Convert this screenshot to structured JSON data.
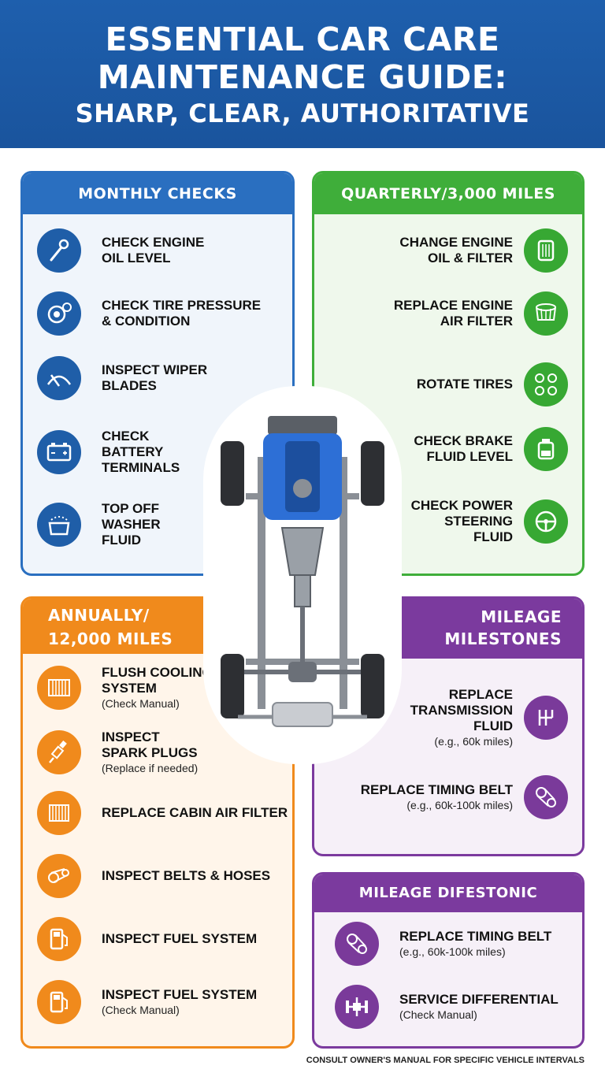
{
  "header": {
    "line1": "ESSENTIAL CAR CARE",
    "line2": "MAINTENANCE GUIDE:",
    "line3": "SHARP, CLEAR, AUTHORITATIVE"
  },
  "monthly": {
    "title": "MONTHLY CHECKS",
    "items": [
      {
        "l1": "CHECK ENGINE",
        "l2": "OIL LEVEL",
        "icon": "dipstick-icon"
      },
      {
        "l1": "CHECK TIRE PRESSURE",
        "l2": "& CONDITION",
        "icon": "tire-gauge-icon"
      },
      {
        "l1": "INSPECT WIPER",
        "l2": "BLADES",
        "icon": "wiper-icon"
      },
      {
        "l1": "CHECK",
        "l2": "BATTERY",
        "l3": "TERMINALS",
        "icon": "battery-icon"
      },
      {
        "l1": "TOP OFF",
        "l2": "WASHER",
        "l3": "FLUID",
        "icon": "washer-fluid-icon"
      }
    ]
  },
  "quarterly": {
    "title": "QUARTERLY/3,000 MILES",
    "items": [
      {
        "l1": "CHANGE ENGINE",
        "l2": "OIL & FILTER",
        "icon": "oil-filter-icon"
      },
      {
        "l1": "REPLACE ENGINE",
        "l2": "AIR FILTER",
        "icon": "air-filter-icon"
      },
      {
        "l1": "ROTATE TIRES",
        "icon": "tire-rotation-icon"
      },
      {
        "l1": "CHECK BRAKE",
        "l2": "FLUID LEVEL",
        "icon": "brake-fluid-icon"
      },
      {
        "l1": "CHECK POWER",
        "l2": "STEERING",
        "l3": "FLUID",
        "icon": "steering-wheel-icon"
      }
    ]
  },
  "annually": {
    "title_l1": "ANNUALLY/",
    "title_l2": "12,000 MILES",
    "items": [
      {
        "l1": "FLUSH COOLING",
        "l2": "SYSTEM",
        "sub": "(Check Manual)",
        "icon": "radiator-icon"
      },
      {
        "l1": "INSPECT",
        "l2": "SPARK PLUGS",
        "sub": "(Replace if needed)",
        "icon": "spark-plug-icon"
      },
      {
        "l1": "REPLACE CABIN AIR FILTER",
        "icon": "cabin-filter-icon"
      },
      {
        "l1": "INSPECT BELTS & HOSES",
        "icon": "belt-icon"
      },
      {
        "l1": "INSPECT FUEL SYSTEM",
        "icon": "fuel-pump-icon"
      },
      {
        "l1": "INSPECT FUEL SYSTEM",
        "sub": "(Check Manual)",
        "icon": "fuel-pump-icon"
      }
    ]
  },
  "milestones": {
    "title_l1": "MILEAGE",
    "title_l2": "MILESTONES",
    "items": [
      {
        "l1": "REPLACE",
        "l2": "TRANSMISSION",
        "l3": "FLUID",
        "sub": "(e.g., 60k miles)",
        "icon": "gear-shift-icon"
      },
      {
        "l1": "REPLACE TIMING BELT",
        "sub": "(e.g., 60k-100k miles)",
        "icon": "timing-belt-icon"
      }
    ]
  },
  "milestones2": {
    "title": "MILEAGE DIFESTONIC",
    "items": [
      {
        "l1": "REPLACE TIMING BELT",
        "sub": "(e.g., 60k-100k miles)",
        "icon": "timing-belt-icon"
      },
      {
        "l1": "SERVICE DIFFERENTIAL",
        "sub": "(Check Manual)",
        "icon": "differential-icon"
      }
    ]
  },
  "footer": "CONSULT OWNER'S MANUAL FOR SPECIFIC VEHICLE INTERVALS",
  "colors": {
    "blue": "#2a6fc0",
    "green": "#3fae3a",
    "orange": "#f08a1c",
    "purple": "#7b3a9e",
    "header": "#1e5fad"
  }
}
